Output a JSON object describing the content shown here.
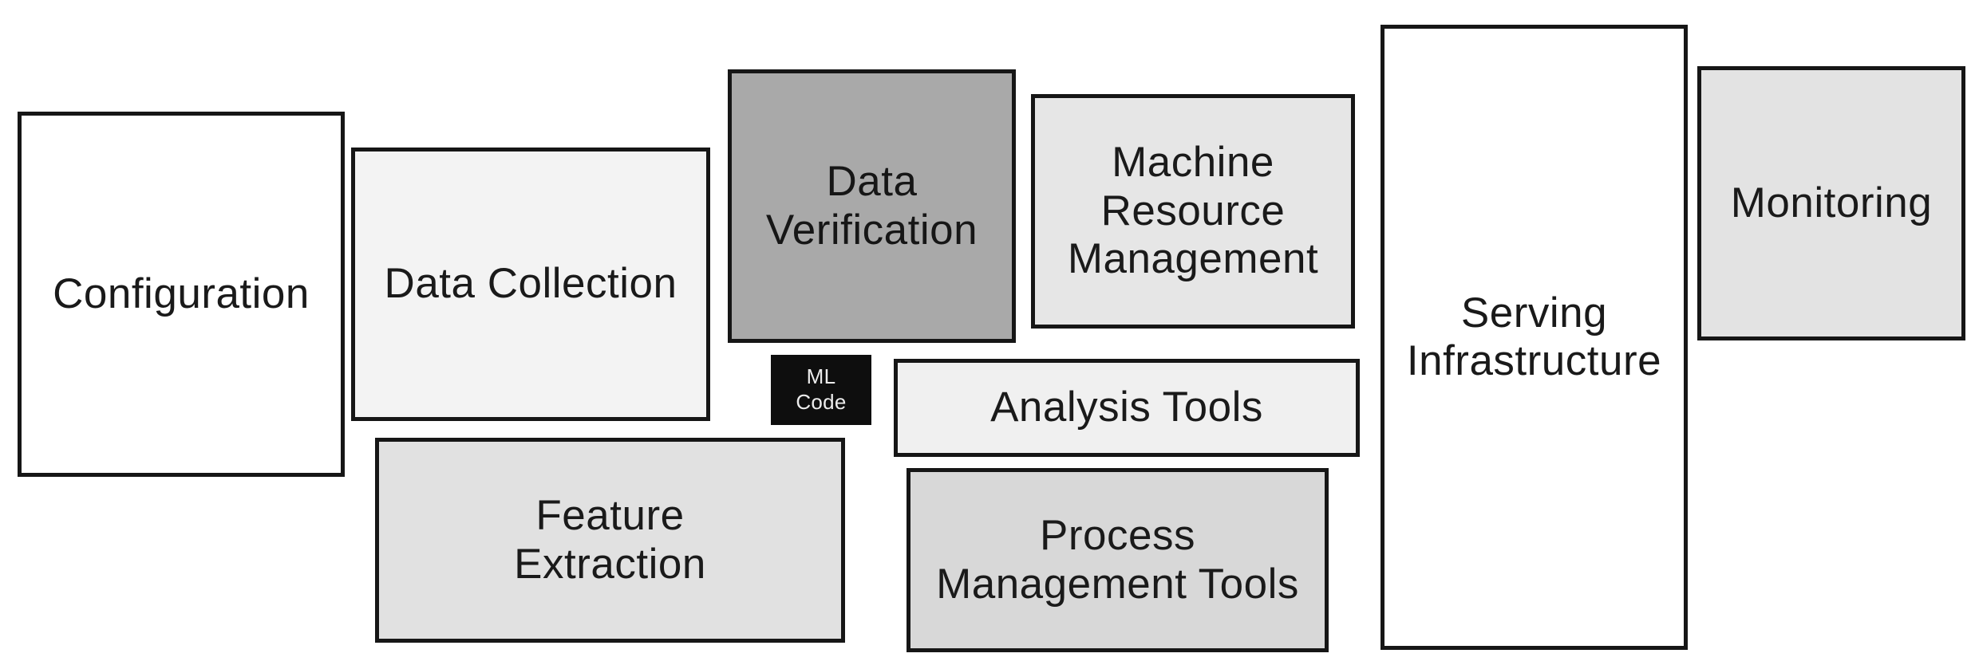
{
  "diagram": {
    "background": "#ffffff",
    "border_color": "#161616",
    "boxes": {
      "configuration": {
        "label": "Configuration",
        "fill": "#ffffff",
        "text_color": "#1a1a1a"
      },
      "data_collection": {
        "label": "Data Collection",
        "fill": "#f3f3f3",
        "text_color": "#1a1a1a"
      },
      "feature_extraction": {
        "label": "Feature\nExtraction",
        "fill": "#e1e1e1",
        "text_color": "#1a1a1a"
      },
      "data_verification": {
        "label": "Data\nVerification",
        "fill": "#a9a9a9",
        "text_color": "#161616"
      },
      "ml_code": {
        "label": "ML\nCode",
        "fill": "#0e0e0e",
        "text_color": "#ececec"
      },
      "analysis_tools": {
        "label": "Analysis Tools",
        "fill": "#f0f0f0",
        "text_color": "#1a1a1a"
      },
      "machine_resource_management": {
        "label": "Machine\nResource\nManagement",
        "fill": "#e6e6e6",
        "text_color": "#1a1a1a"
      },
      "process_management_tools": {
        "label": "Process\nManagement Tools",
        "fill": "#d8d8d8",
        "text_color": "#1a1a1a"
      },
      "serving_infrastructure": {
        "label": "Serving\nInfrastructure",
        "fill": "#ffffff",
        "text_color": "#1a1a1a"
      },
      "monitoring": {
        "label": "Monitoring",
        "fill": "#e3e3e3",
        "text_color": "#1a1a1a"
      }
    }
  }
}
